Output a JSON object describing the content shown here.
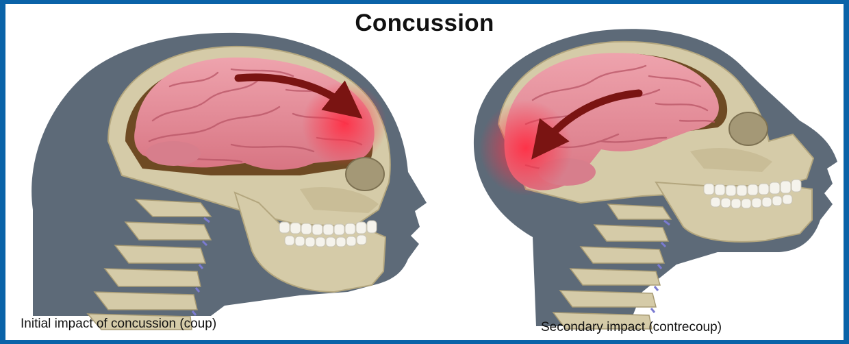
{
  "title": "Concussion",
  "panels": [
    {
      "caption": "Initial impact of concussion (coup)"
    },
    {
      "caption": "Secondary impact (contrecoup)"
    }
  ],
  "colors": {
    "frame_border": "#0a63a8",
    "silhouette": "#5d6a78",
    "skull": "#d5cba8",
    "brain": "#e48b98",
    "impact_glow": "#ff3a4a",
    "arrow": "#7a1412"
  }
}
